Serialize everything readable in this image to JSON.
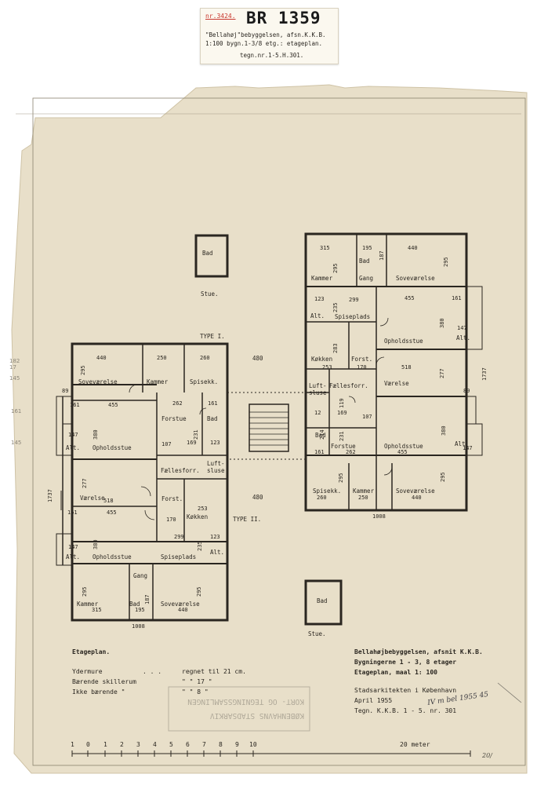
{
  "catalog_label": {
    "nr": "nr.3424.",
    "br_number": "BR 1359",
    "line1": "\"Bellahøj\"bebyggelsen, afsn.K.K.B.",
    "line2": "1:100 bygn.1-3/8 etg.: etageplan.",
    "line3": "tegn.nr.1-5.H.301."
  },
  "plan": {
    "type_labels": [
      "TYPE I.",
      "TYPE II."
    ],
    "stairwell_dims": [
      "480",
      "480"
    ],
    "left_block": {
      "rooms": [
        "Soveværelse",
        "Kammer",
        "Spisekk.",
        "Forstue",
        "Bad",
        "Opholdsstue",
        "Alt.",
        "Fællesforr.",
        "Luft-",
        "sluse",
        "Værelse",
        "Forst.",
        "Køkken",
        "Opholdsstue",
        "Spiseplads",
        "Alt.",
        "Gang",
        "Kammer",
        "Bad",
        "Soveværelse",
        "Alt."
      ],
      "dims": [
        "440",
        "250",
        "260",
        "295",
        "89",
        "161",
        "455",
        "262",
        "161",
        "231",
        "380",
        "147",
        "107",
        "169",
        "123",
        "277",
        "518",
        "455",
        "161",
        "253",
        "170",
        "299",
        "380",
        "147",
        "123",
        "235",
        "295",
        "315",
        "195",
        "187",
        "440",
        "295",
        "1737",
        "1008"
      ]
    },
    "right_block": {
      "rooms": [
        "Kammer",
        "Bad",
        "Gang",
        "Soveværelse",
        "Alt.",
        "Spiseplads",
        "Opholdsstue",
        "Alt.",
        "Køkken",
        "Forst.",
        "Værelse",
        "Luft-",
        "sluse",
        "Fællesforr.",
        "Bad",
        "Forstue",
        "Opholdsstue",
        "Alt.",
        "Spisekk.",
        "Kammer",
        "Soveværelse"
      ],
      "dims": [
        "315",
        "195",
        "187",
        "440",
        "295",
        "295",
        "123",
        "235",
        "299",
        "455",
        "161",
        "380",
        "147",
        "283",
        "253",
        "170",
        "518",
        "277",
        "1737",
        "89",
        "12",
        "119",
        "169",
        "107",
        "214",
        "231",
        "161",
        "262",
        "380",
        "455",
        "147",
        "295",
        "260",
        "250",
        "440",
        "295",
        "1008"
      ]
    },
    "stue_labels": [
      "Bad",
      "Stue.",
      "Bad",
      "Stue."
    ]
  },
  "legend": {
    "title": "Etageplan.",
    "rows": [
      {
        "label": "Ydermure",
        "dots": ". . .",
        "value": "regnet til 21 cm."
      },
      {
        "label": "Bærende skillerum",
        "dots": "",
        "value": "\"   \"   17  \""
      },
      {
        "label": "Ikke bærende \"",
        "dots": "",
        "value": "\"   \"   8  \""
      }
    ]
  },
  "title_block": {
    "line1": "Bellahøjbebyggelsen, afsnit K.K.B.",
    "line2": "Bygningerne 1 - 3, 8 etager",
    "line3": "Etageplan, maal 1: 100",
    "line4": "Stadsarkitekten i København",
    "line5": "April 1955",
    "line6": "Tegn. K.K.B. 1 - 5. nr. 301"
  },
  "handwritten_note": "IV m bel 1955 45",
  "stamp_lines": [
    "KØBENHAVNS STADSARKIV",
    "KORT- OG TEGNINGSSAMLINGEN"
  ],
  "scale_bar": {
    "ticks": [
      "1",
      "0",
      "1",
      "2",
      "3",
      "4",
      "5",
      "6",
      "7",
      "8",
      "9",
      "10"
    ],
    "unit": "20 meter"
  },
  "margin_notes": [
    "182",
    "17",
    "145",
    "161",
    "145"
  ],
  "corner_note": "20/"
}
